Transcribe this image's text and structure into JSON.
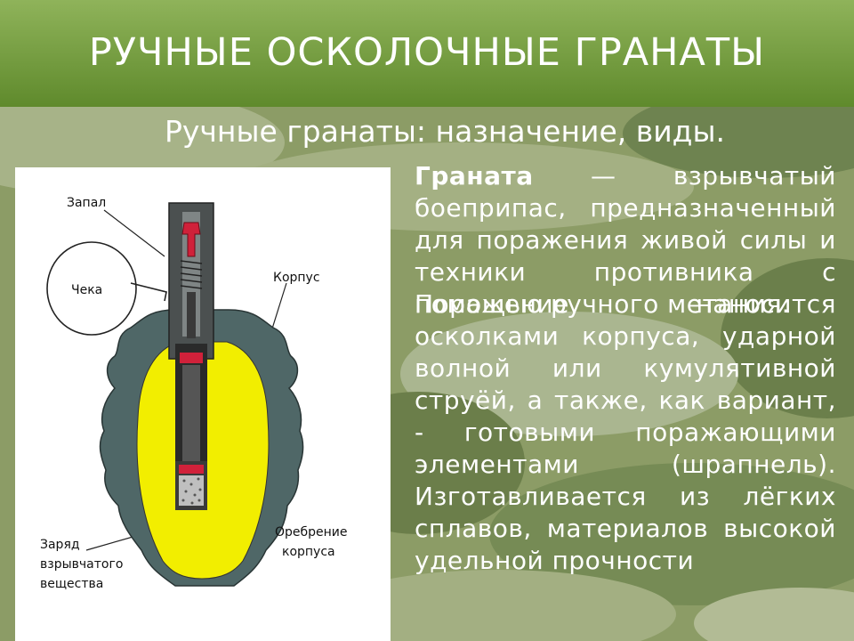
{
  "slide": {
    "title": "РУЧНЫЕ ОСКОЛОЧНЫЕ ГРАНАТЫ",
    "subtitle": "Ручные гранаты: назначение, виды.",
    "paragraph1": {
      "term": "Граната",
      "text": " — взрывчатый боеприпас, предназначенный для поражения живой силы и техники противника с помощью ручного метания."
    },
    "paragraph2": "Поражение наносится осколками корпуса, ударной волной или кумулятивной струёй, а также, как вариант, - готовыми поражающими элементами (шрапнель). Изготавливается из лёгких сплавов, материалов высокой удельной прочности"
  },
  "diagram": {
    "labels": {
      "fuse": "Запал",
      "pin": "Чека",
      "body": "Корпус",
      "ribbing_line1": "Оребрение",
      "ribbing_line2": "корпуса",
      "charge_line1": "Заряд",
      "charge_line2": "взрывчатого",
      "charge_line3": "вещества"
    }
  },
  "colors": {
    "title_bar": "#6f9a3a",
    "grenade_shell": "#4e6666",
    "explosive": "#f2ee00",
    "fuse_red": "#d0213a"
  }
}
